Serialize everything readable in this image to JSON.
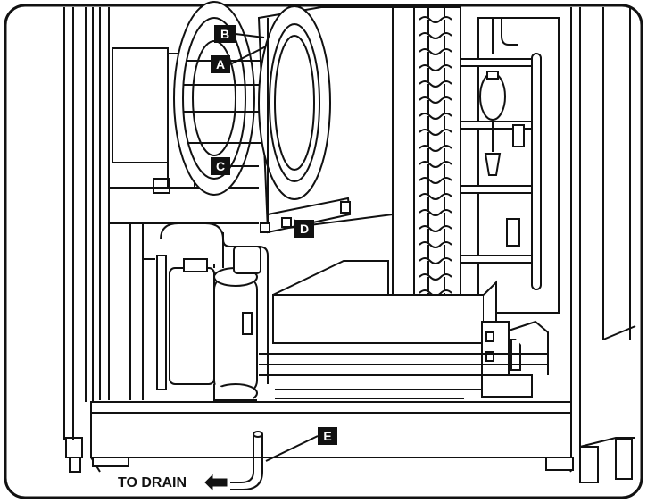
{
  "callouts": {
    "a": "A",
    "b": "B",
    "c": "C",
    "d": "D",
    "e": "E"
  },
  "drain_label": "TO DRAIN",
  "colors": {
    "line": "#111111",
    "fill": "#ffffff",
    "label_bg": "#111111",
    "label_text": "#ffffff"
  }
}
